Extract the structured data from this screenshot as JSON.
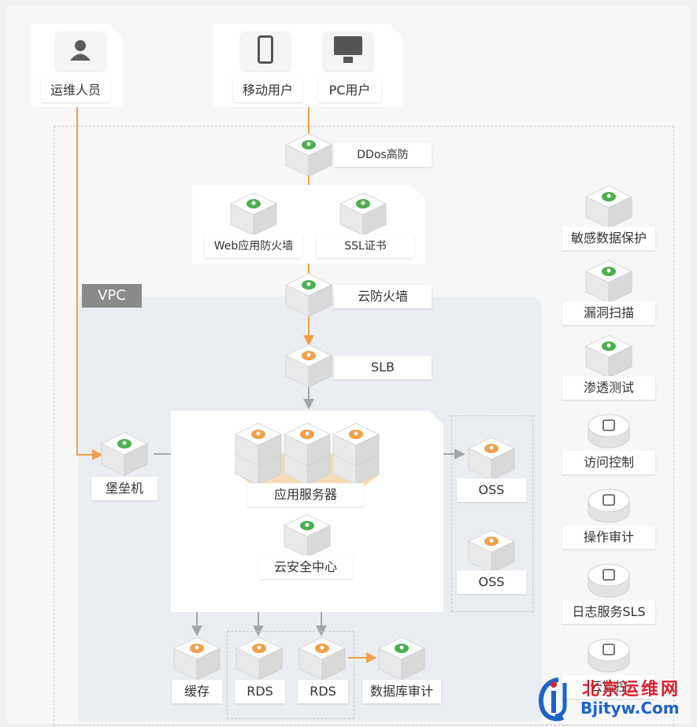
{
  "users": {
    "ops": "运维人员",
    "mobile": "移动用户",
    "pc": "PC用户"
  },
  "edge": {
    "ddos": "DDos高防",
    "waf": "Web应用防火墙",
    "ssl": "SSL证书",
    "cloud_firewall": "云防火墙",
    "slb": "SLB"
  },
  "vpc": {
    "label": "VPC",
    "bastion": "堡垒机",
    "app_servers": "应用服务器",
    "security_center": "云安全中心",
    "oss_1": "OSS",
    "oss_2": "OSS",
    "cache": "缓存",
    "rds_1": "RDS",
    "rds_2": "RDS",
    "db_audit": "数据库审计"
  },
  "side": {
    "items": [
      {
        "label": "敏感数据保护",
        "icon": "shield-icon"
      },
      {
        "label": "漏洞扫描",
        "icon": "shield-check-icon"
      },
      {
        "label": "渗透测试",
        "icon": "triangle-icon"
      },
      {
        "label": "访问控制",
        "icon": "cloud-key-icon"
      },
      {
        "label": "操作审计",
        "icon": "grid-icon"
      },
      {
        "label": "日志服务SLS",
        "icon": "document-icon"
      },
      {
        "label": "云监控",
        "icon": "megaphone-icon"
      }
    ]
  },
  "watermark": {
    "line1": "北京运维网",
    "line2": "Bjityw.Com"
  },
  "colors": {
    "accent_orange": "#f0a04b",
    "accent_green": "#4caf50",
    "arrow_gray": "#9e9e9e",
    "vpc_bg": "#eaedf2"
  }
}
